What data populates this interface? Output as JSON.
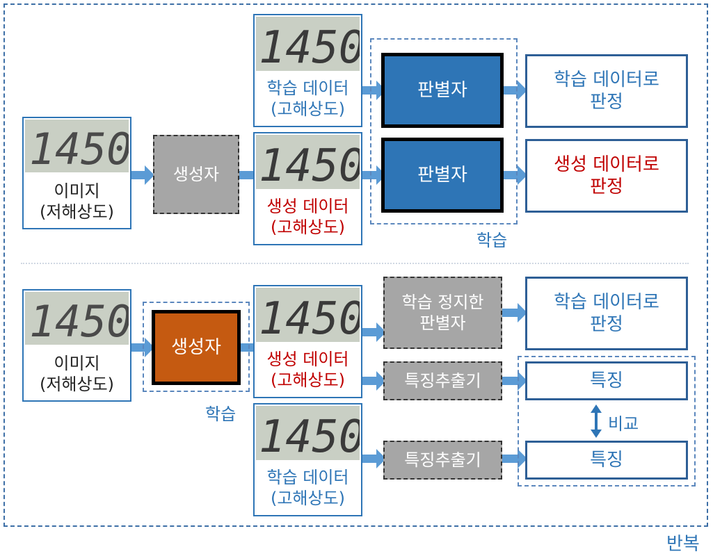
{
  "lcd_digits": "1450",
  "top": {
    "input_label": [
      "이미지",
      "(저해상도)"
    ],
    "generator": "생성자",
    "train_data": [
      "학습 데이터",
      "(고해상도)"
    ],
    "gen_data": [
      "생성 데이터",
      "(고해상도)"
    ],
    "discriminator_a": "판별자",
    "discriminator_b": "판별자",
    "judge_train": [
      "학습 데이터로",
      "판정"
    ],
    "judge_gen": [
      "생성 데이터로",
      "판정"
    ],
    "learn_label": "학습"
  },
  "bottom": {
    "input_label": [
      "이미지",
      "(저해상도)"
    ],
    "generator": "생성자",
    "learn_label": "학습",
    "gen_data": [
      "생성 데이터",
      "(고해상도)"
    ],
    "train_data": [
      "학습 데이터",
      "(고해상도)"
    ],
    "frozen_disc": [
      "학습 정지한",
      "판별자"
    ],
    "feature_extractor_a": "특징추출기",
    "feature_extractor_b": "특징추출기",
    "judge_train": [
      "학습 데이터로",
      "판정"
    ],
    "feature_a": "특징",
    "feature_b": "특징",
    "compare": "비교"
  },
  "repeat_label": "반복",
  "colors": {
    "blue": "#2e75b6",
    "red": "#c00000",
    "orange": "#c55a11",
    "gray": "#a6a6a6"
  }
}
